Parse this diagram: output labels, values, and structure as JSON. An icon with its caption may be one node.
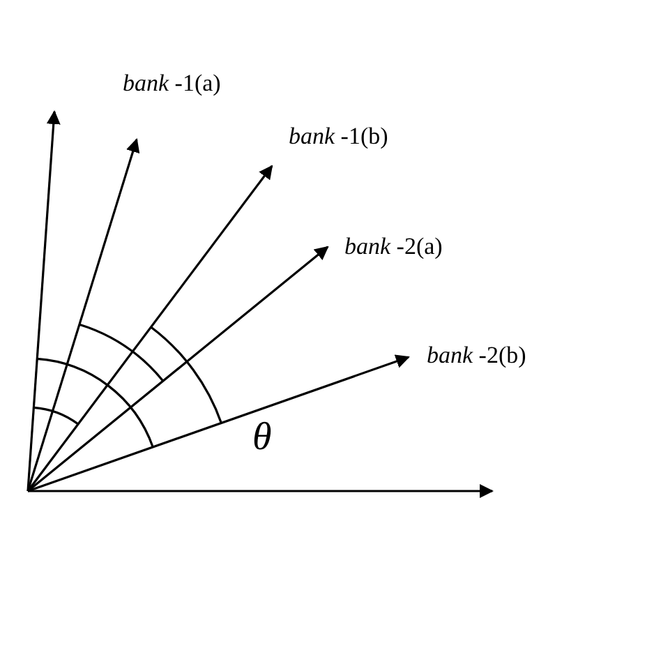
{
  "diagram": {
    "labels": [
      "*bank* -1(a)",
      "*bank* -1(b)",
      "*bank* -2(a)",
      "*bank* -2(b)",
      "θ"
    ]
  }
}
